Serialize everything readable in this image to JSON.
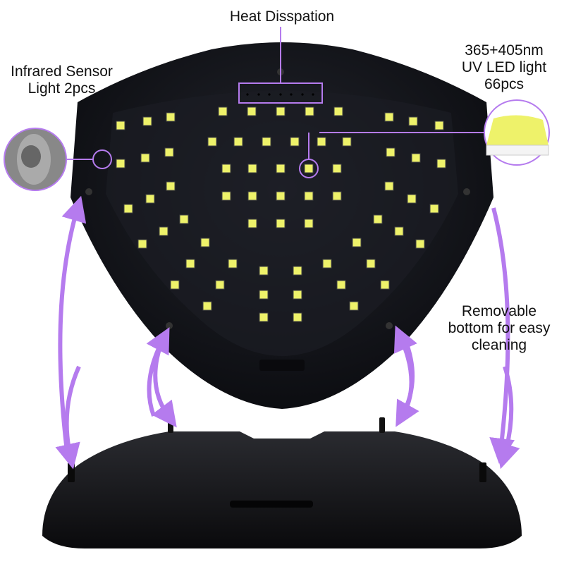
{
  "labels": {
    "heat": "Heat Disspation",
    "infrared_line1": "Infrared Sensor",
    "infrared_line2": "Light 2pcs",
    "uv_line1": "365+405nm",
    "uv_line2": "UV LED light",
    "uv_line3": "66pcs",
    "removable_line1": "Removable",
    "removable_line2": "bottom for easy",
    "removable_line3": "cleaning"
  },
  "colors": {
    "accent": "#b57bee",
    "device": "#16171c",
    "led": "#eef26a"
  }
}
